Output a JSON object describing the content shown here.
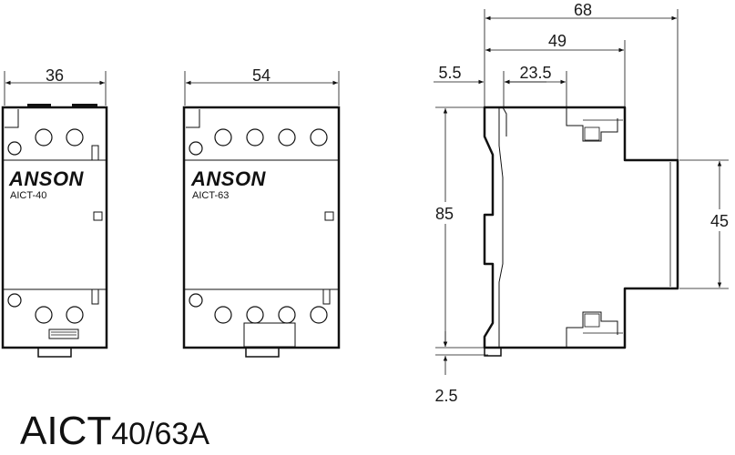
{
  "front_views": [
    {
      "width_label": "36",
      "brand": "ANSON",
      "model": "AICT-40"
    },
    {
      "width_label": "54",
      "brand": "ANSON",
      "model": "AICT-63"
    }
  ],
  "side_view": {
    "depth_label": "68",
    "body_depth_label": "49",
    "offset_label": "5.5",
    "terminal_label": "23.5",
    "height_label": "85",
    "window_label": "45",
    "clip_label": "2.5"
  },
  "series": {
    "name": "AICT",
    "ratings": "40/63A"
  }
}
